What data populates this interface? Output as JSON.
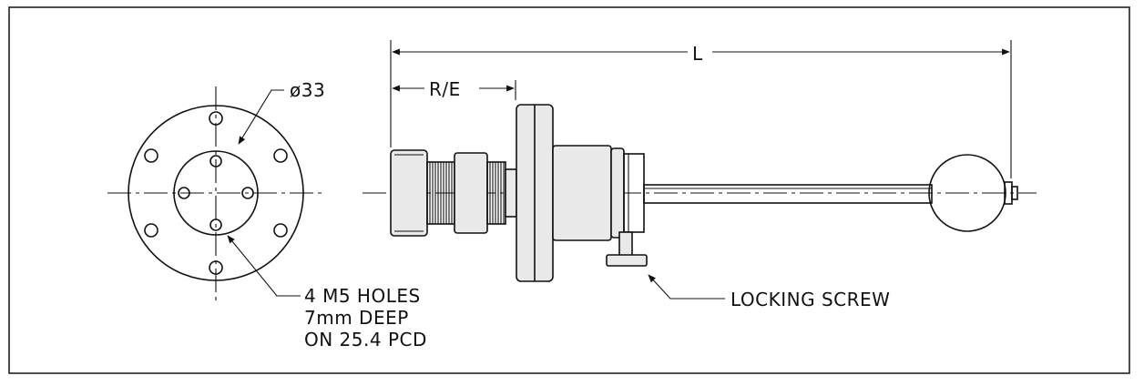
{
  "dimensions": {
    "length_label": "L",
    "reentrant_label": "R/E",
    "bore_diameter_label": "ø33"
  },
  "notes": {
    "holes_line1": "4 M5 HOLES",
    "holes_line2": "7mm DEEP",
    "holes_line3": "ON 25.4 PCD",
    "locking_screw": "LOCKING SCREW"
  }
}
